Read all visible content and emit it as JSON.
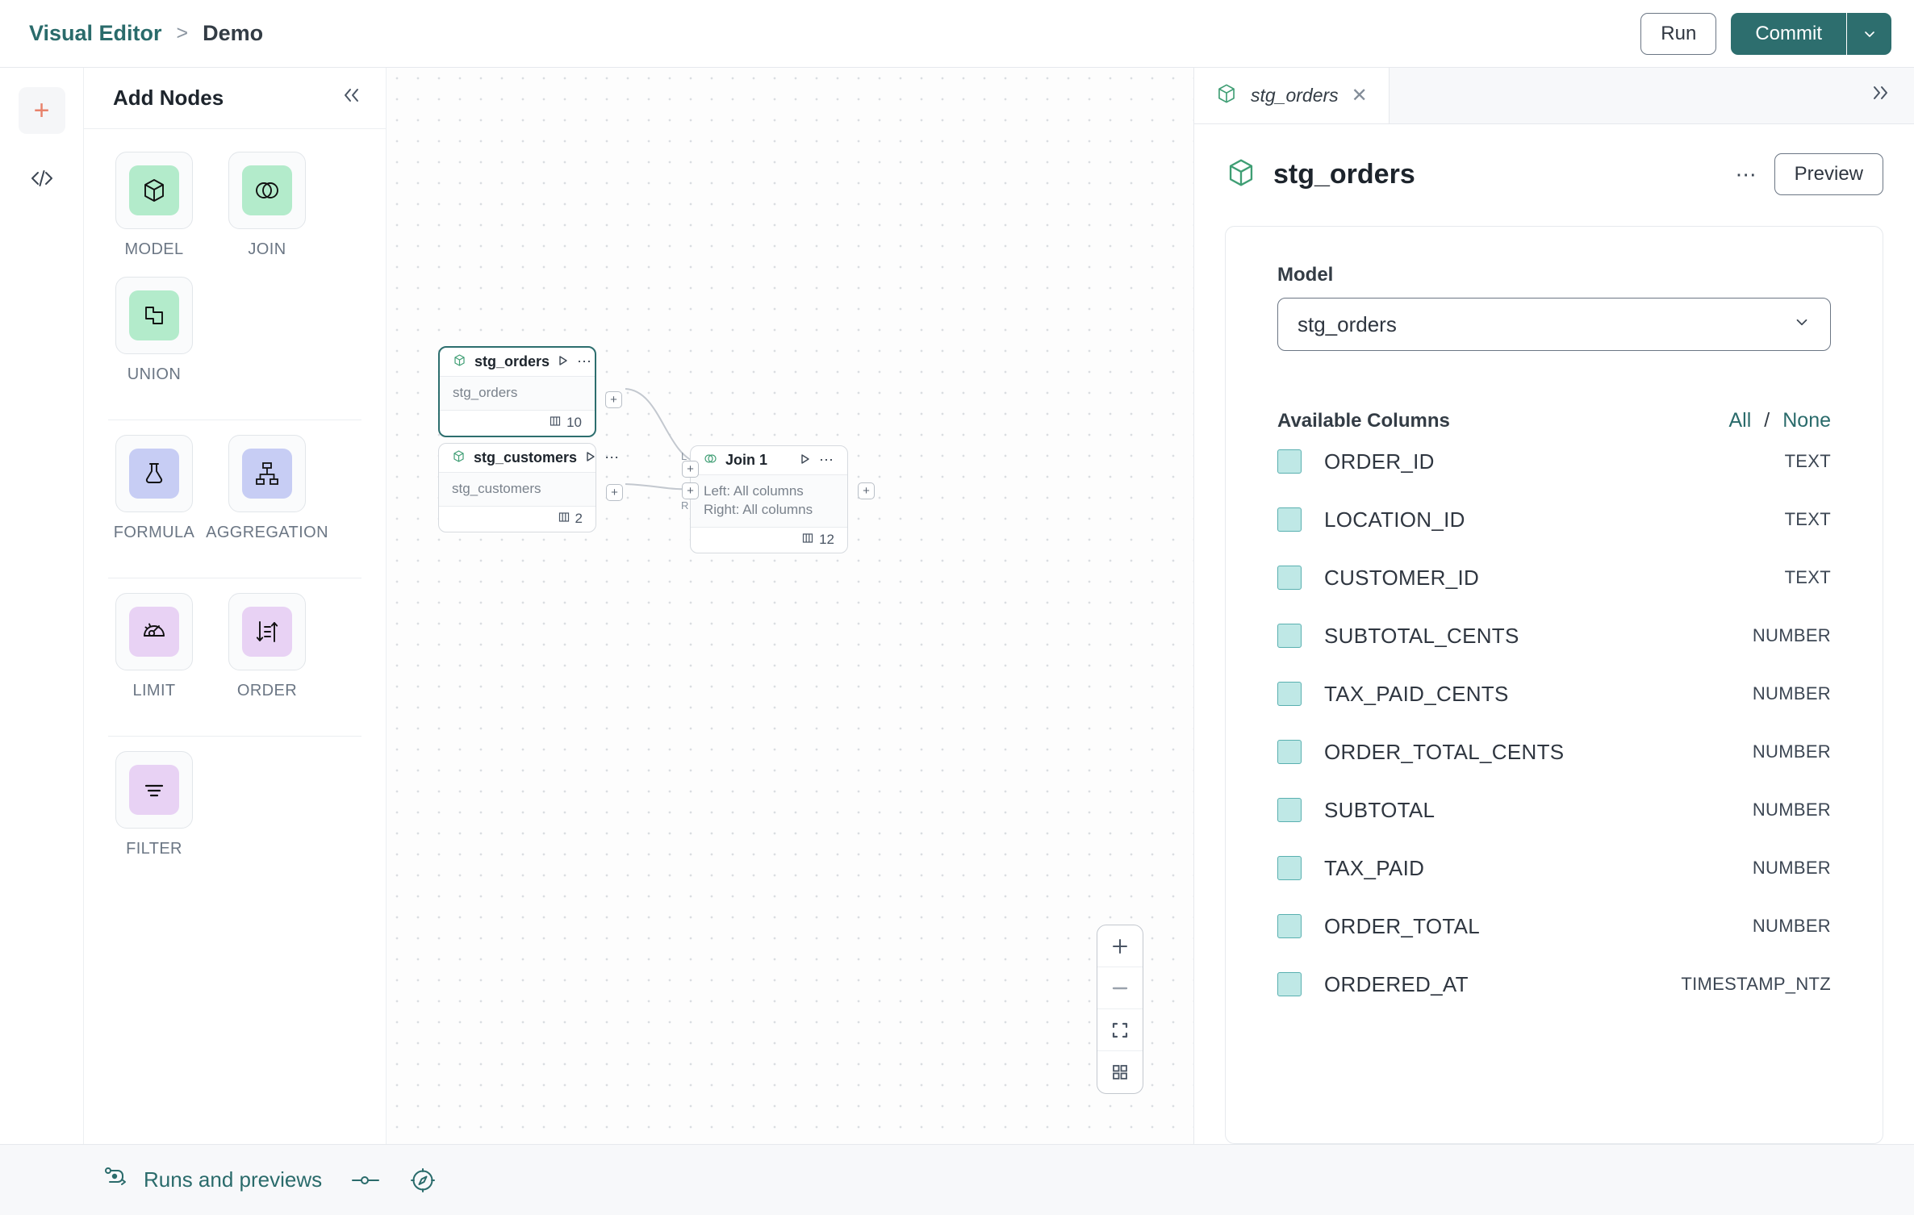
{
  "topbar": {
    "breadcrumb": {
      "root": "Visual Editor",
      "separator": ">",
      "current": "Demo"
    },
    "run_label": "Run",
    "commit_label": "Commit",
    "commit_caret_icon": "chevron-down-icon"
  },
  "rail": {
    "add_icon": "plus-icon",
    "code_icon": "code-brackets-icon"
  },
  "nodes_panel": {
    "title": "Add Nodes",
    "collapse_icon": "chevron-double-left-icon",
    "groups": [
      {
        "items": [
          {
            "label": "MODEL",
            "icon": "cube-icon",
            "tint": "green"
          },
          {
            "label": "JOIN",
            "icon": "venn-circles-icon",
            "tint": "green"
          },
          {
            "label": "UNION",
            "icon": "union-shapes-icon",
            "tint": "green"
          }
        ]
      },
      {
        "items": [
          {
            "label": "FORMULA",
            "icon": "flask-icon",
            "tint": "blue"
          },
          {
            "label": "AGGREGATION",
            "icon": "aggregation-icon",
            "tint": "blue"
          }
        ]
      },
      {
        "items": [
          {
            "label": "LIMIT",
            "icon": "gauge-icon",
            "tint": "purple"
          },
          {
            "label": "ORDER",
            "icon": "sort-arrows-icon",
            "tint": "purple"
          }
        ]
      },
      {
        "items": [
          {
            "label": "FILTER",
            "icon": "filter-lines-icon",
            "tint": "purple"
          }
        ]
      }
    ]
  },
  "canvas": {
    "nodes": [
      {
        "name": "stg_orders",
        "icon": "cube-icon",
        "selected": true,
        "body_lines": [
          "stg_orders"
        ],
        "column_count": "10",
        "play_icon": "play-icon",
        "menu_icon": "more-horizontal-icon",
        "columns_icon": "columns-icon"
      },
      {
        "name": "stg_customers",
        "icon": "cube-icon",
        "selected": false,
        "body_lines": [
          "stg_customers"
        ],
        "column_count": "2",
        "play_icon": "play-icon",
        "menu_icon": "more-horizontal-icon",
        "columns_icon": "columns-icon"
      },
      {
        "name": "Join 1",
        "icon": "venn-circles-icon",
        "selected": false,
        "body_lines": [
          "Left: All columns",
          "Right: All columns"
        ],
        "column_count": "12",
        "play_icon": "play-icon",
        "menu_icon": "more-horizontal-icon",
        "columns_icon": "columns-icon"
      }
    ],
    "port_labels": {
      "left": "L",
      "right": "R"
    },
    "port_symbol": "+",
    "zoom_controls": [
      {
        "icon": "zoom-in-icon",
        "label": "+"
      },
      {
        "icon": "zoom-out-icon",
        "label": "–"
      },
      {
        "icon": "fit-view-icon",
        "label": ""
      },
      {
        "icon": "mini-map-icon",
        "label": ""
      }
    ]
  },
  "right_panel": {
    "tab": {
      "name": "stg_orders",
      "icon": "cube-icon",
      "close_icon": "close-icon"
    },
    "expand_icon": "chevron-double-right-icon",
    "title": "stg_orders",
    "title_icon": "cube-icon",
    "menu_icon": "more-horizontal-icon",
    "preview_label": "Preview",
    "model_field_label": "Model",
    "model_value": "stg_orders",
    "model_caret_icon": "chevron-down-icon",
    "columns_header": "Available Columns",
    "select_all_label": "All",
    "select_separator": "/",
    "select_none_label": "None",
    "columns": [
      {
        "name": "ORDER_ID",
        "type": "TEXT"
      },
      {
        "name": "LOCATION_ID",
        "type": "TEXT"
      },
      {
        "name": "CUSTOMER_ID",
        "type": "TEXT"
      },
      {
        "name": "SUBTOTAL_CENTS",
        "type": "NUMBER"
      },
      {
        "name": "TAX_PAID_CENTS",
        "type": "NUMBER"
      },
      {
        "name": "ORDER_TOTAL_CENTS",
        "type": "NUMBER"
      },
      {
        "name": "SUBTOTAL",
        "type": "NUMBER"
      },
      {
        "name": "TAX_PAID",
        "type": "NUMBER"
      },
      {
        "name": "ORDER_TOTAL",
        "type": "NUMBER"
      },
      {
        "name": "ORDERED_AT",
        "type": "TIMESTAMP_NTZ"
      }
    ]
  },
  "footer": {
    "runs_label": "Runs and previews",
    "runs_icon": "pipeline-icon",
    "toggle_icon": "slider-toggle-icon",
    "compass_icon": "compass-icon"
  },
  "colors": {
    "accent_teal": "#2d6e6e",
    "icon_green": "#b3ebcb",
    "icon_blue": "#c7cdf4",
    "icon_purple": "#e8d2f4",
    "checkbox_fill": "#bfe8e6"
  }
}
